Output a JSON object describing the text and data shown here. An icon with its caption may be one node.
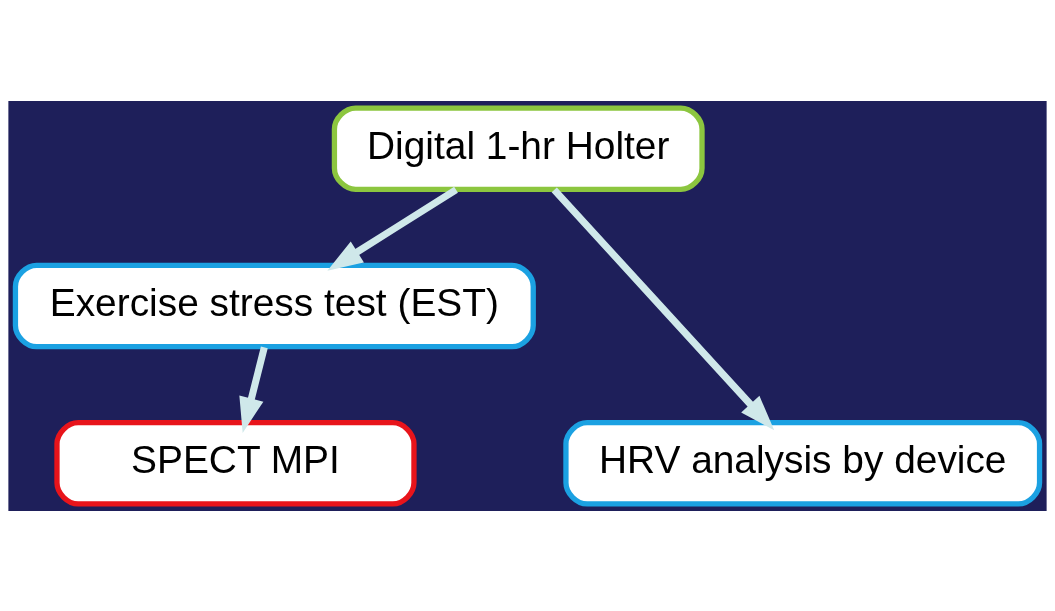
{
  "diagram": {
    "nodes": [
      {
        "text": [
          "Digital 1-hr Holter"
        ]
      },
      {
        "text": [
          "Exercise stress test (EST)"
        ]
      },
      {
        "text": [
          "HRV analysis by device"
        ]
      },
      {
        "text": [
          "SPECT MPI"
        ]
      }
    ],
    "edges": [
      {
        "from": 0,
        "to": 1,
        "arrow": "to"
      },
      {
        "from": 0,
        "to": 2,
        "arrow": "to"
      },
      {
        "from": 1,
        "to": 3,
        "arrow": "to"
      }
    ]
  }
}
